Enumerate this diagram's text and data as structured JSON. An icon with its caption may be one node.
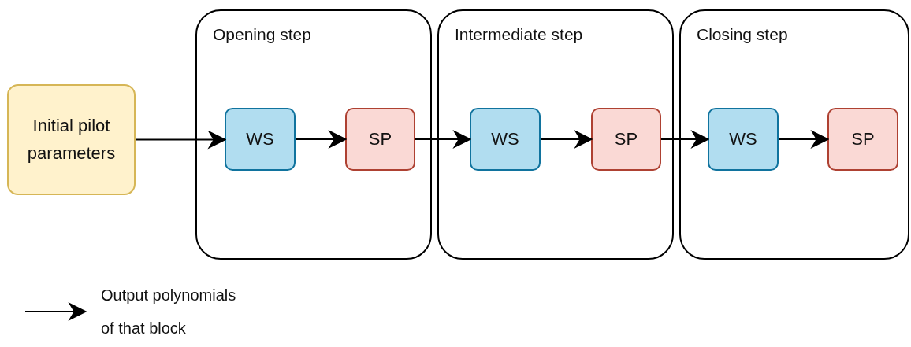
{
  "diagram": {
    "nodes": [
      {
        "text": [
          "Initial pilot parameters"
        ]
      },
      {
        "text": [
          "Opening step"
        ]
      },
      {
        "text": [
          "WS"
        ],
        "in": 1
      },
      {
        "text": [
          "SP"
        ],
        "in": 1
      },
      {
        "text": [
          "Intermediate step"
        ]
      },
      {
        "text": [
          "WS"
        ],
        "in": 4
      },
      {
        "text": [
          "SP"
        ],
        "in": 4
      },
      {
        "text": [
          "Closing step"
        ]
      },
      {
        "text": [
          "WS"
        ],
        "in": 7
      },
      {
        "text": [
          "SP"
        ],
        "in": 7
      }
    ],
    "edges": [
      {
        "from": 0,
        "to": 2,
        "arrow": "to"
      },
      {
        "from": 2,
        "to": 3,
        "arrow": "to"
      },
      {
        "from": 3,
        "to": 5,
        "arrow": "to"
      },
      {
        "from": 5,
        "to": 6,
        "arrow": "to"
      },
      {
        "from": 6,
        "to": 8,
        "arrow": "to"
      },
      {
        "from": 8,
        "to": 9,
        "arrow": "to"
      }
    ],
    "legend": [
      {
        "text": "Output polynomials of that block"
      }
    ]
  }
}
